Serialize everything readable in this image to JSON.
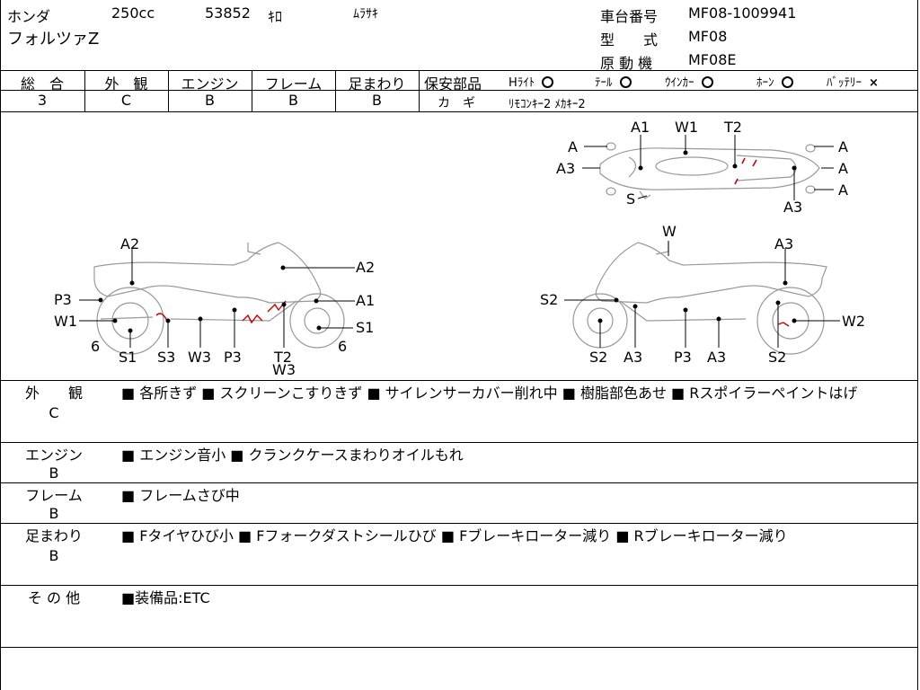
{
  "header": {
    "maker": "ホンダ",
    "displacement": "250cc",
    "mileage": "53852",
    "mileage_unit": "ｷﾛ",
    "color": "ﾑﾗｻｷ",
    "model_name": "フォルツァZ",
    "chassis_label": "車台番号",
    "chassis_value": "MF08-1009941",
    "type_label": "型　　式",
    "type_value": "MF08",
    "engine_label": "原 動 機",
    "engine_value": "MF08E"
  },
  "grades": [
    {
      "label": "総　合",
      "value": "3"
    },
    {
      "label": "外　観",
      "value": "C"
    },
    {
      "label": "エンジン",
      "value": "B"
    },
    {
      "label": "フレーム",
      "value": "B"
    },
    {
      "label": "足まわり",
      "value": "B"
    }
  ],
  "safety": {
    "title": "保安部品",
    "items": [
      {
        "label": "Hﾗｲﾄ",
        "mark": "circle"
      },
      {
        "label": "ﾃｰﾙ",
        "mark": "circle"
      },
      {
        "label": "ｳｲﾝｶｰ",
        "mark": "circle"
      },
      {
        "label": "ﾎｰﾝ",
        "mark": "circle"
      },
      {
        "label": "ﾊﾞｯﾃﾘｰ",
        "mark": "×"
      }
    ],
    "key_label": "カ　ギ",
    "key_value": "ﾘﾓｺﾝｷｰ2 ﾒｶｷｰ2"
  },
  "diagram": {
    "top_labels": [
      "A1",
      "W1",
      "T2",
      "A",
      "A3",
      "S",
      "A",
      "A",
      "A",
      "A3"
    ],
    "left_labels": [
      "A2",
      "A2",
      "P3",
      "A1",
      "W1",
      "S1",
      "6",
      "6",
      "S1",
      "S3",
      "W3",
      "P3",
      "T2",
      "W3"
    ],
    "right_labels": [
      "W",
      "A3",
      "S2",
      "W2",
      "S2",
      "A3",
      "P3",
      "A3",
      "S2"
    ]
  },
  "notes": [
    {
      "label": "外　　観",
      "grade": "C",
      "text": "■ 各所きず ■ スクリーンこすりきず ■ サイレンサーカバー削れ中 ■ 樹脂部色あせ ■ Rスポイラーペイントはげ"
    },
    {
      "label": "エンジン",
      "grade": "B",
      "text": "■ エンジン音小 ■ クランクケースまわりオイルもれ"
    },
    {
      "label": "フレーム",
      "grade": "B",
      "text": "■ フレームさび中"
    },
    {
      "label": "足まわり",
      "grade": "B",
      "text": "■ Fタイヤひび小 ■ Fフォークダストシールひび ■ Fブレーキローター減り ■ Rブレーキローター減り"
    },
    {
      "label": "そ の 他",
      "grade": "",
      "text": "■装備品:ETC"
    }
  ]
}
